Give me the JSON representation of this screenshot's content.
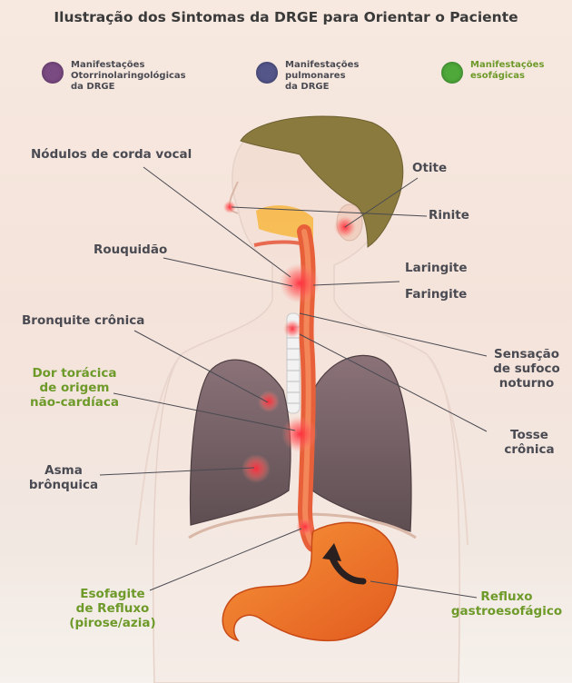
{
  "title": "Ilustração dos Sintomas da DRGE para Orientar o Paciente",
  "legend": [
    {
      "label": "Manifestações\nOtorrinolaringológicas\nda DRGE",
      "color": "#7a4a82",
      "text_color": "#4a4a52"
    },
    {
      "label": "Manifestações\npulmonares\nda DRGE",
      "color": "#54568a",
      "text_color": "#4a4a52"
    },
    {
      "label": "Manifestações\nesofágicas",
      "color": "#4fa83a",
      "text_color": "#6e9a2a"
    }
  ],
  "labels": {
    "nodulos": "Nódulos de corda vocal",
    "otite": "Otite",
    "rinite": "Rinite",
    "rouquidao": "Rouquidão",
    "laringite": "Laringite",
    "faringite": "Faringite",
    "bronquite": "Bronquite crônica",
    "dor_toracica": "Dor torácica\nde origem\nnão-cardíaca",
    "sufoco": "Sensação\nde sufoco\nnoturno",
    "tosse": "Tosse\ncrônica",
    "asma": "Asma\nbrônquica",
    "esofagite": "Esofagite\nde Refluxo\n(pirose/azia)",
    "refluxo": "Refluxo\ngastroesofágico"
  },
  "colors": {
    "gray_text": "#4a4a52",
    "green_text": "#6e9a2a",
    "hair": "#8a7a3e",
    "lungs": "#6e5a60",
    "stomach": "#f07a2a",
    "inflammation": "#e8334a"
  }
}
